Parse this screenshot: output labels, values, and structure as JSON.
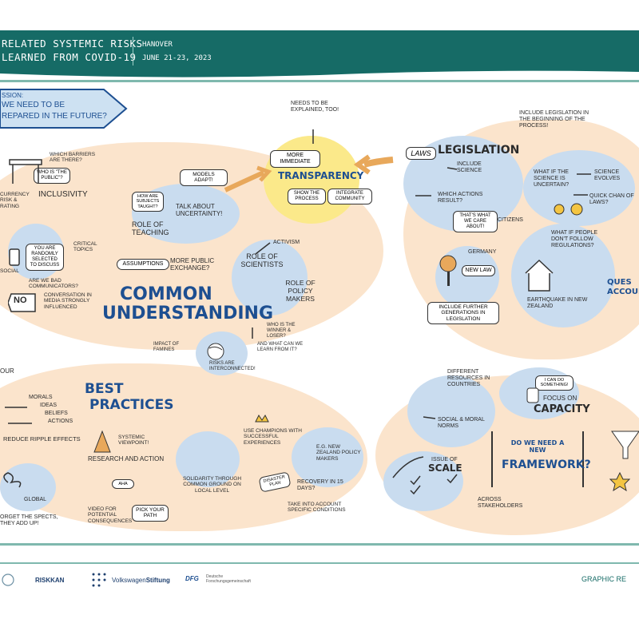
{
  "header": {
    "title_line1": "Related systemic risks",
    "title_line2": "learned from Covid-19",
    "location": "Hanover",
    "dates": "June 21-23, 2023"
  },
  "mission": {
    "lead": "ssion:",
    "line1": "we need to be",
    "line2": "repared in the future?"
  },
  "transparency": {
    "title": "Transparency",
    "note_top_1": "Needs to be",
    "note_top_2": "explained, too!",
    "more_immediate": "More immediate",
    "show_process": "Show the process",
    "integrate_community": "Integrate community"
  },
  "legislation": {
    "title": "Legislation",
    "laws": "Laws",
    "include_science": "Include science",
    "which_actions": "Which actions result?",
    "what_we_care": "That's what we care about!",
    "citizens": "Citizens",
    "include_beginning": "Include legislation in the beginning of the process!",
    "what_if_uncertain": "What if the science is uncertain?",
    "science_evolves": "Science evolves",
    "quick_changes": "Quick chan of laws?",
    "what_if_people": "What if people don't follow regulations?",
    "germany": "Germany",
    "new_law": "New law",
    "include_generations": "Include further generations in legislation",
    "earthquake": "Earthquake in New Zealand",
    "accountability": "Ques Accoun"
  },
  "common": {
    "title_line1": "Common",
    "title_line2": "Understanding",
    "which_barriers": "Which barriers are there?",
    "who_is_public": "Who is \"the public\"?",
    "inclusivity": "Inclusivity",
    "currency": "Currency risk & rating",
    "how_subjects": "How are subjects taught?",
    "models_adapt": "Models adapt!",
    "talk_uncertainty": "Talk about uncertainty!",
    "role_teaching": "Role of teaching",
    "randomly": "You are randomly selected to discuss",
    "critical_topics": "Critical topics",
    "social": "social",
    "bad_comm": "Are we bad communicators?",
    "no": "No",
    "conversation": "Conversation in media strongly influenced",
    "assumptions": "Assumptions",
    "public_exchange": "More public exchange?",
    "role_scientists": "Role of scientists",
    "activism": "Activism",
    "role_policy": "Role of policy makers",
    "winner_loser": "Who is the winner & loser?",
    "learn": "And what can we learn from it?",
    "famines": "Impact of famines",
    "risks_interconnected": "Risks are interconnected!"
  },
  "best": {
    "title_line1": "Best",
    "title_line2": "Practices",
    "our": "our",
    "morals": "Morals",
    "ideas": "Ideas",
    "beliefs": "Beliefs",
    "actions": "Actions",
    "reduce_ripple": "Reduce ripple effects",
    "systemic_viewpoint": "Systemic viewpoint!",
    "research_action": "Research and action",
    "use_champions": "Use champions with successful experiences",
    "eg_nz": "E.g. New Zealand policy makers",
    "solidarity": "Solidarity through common ground on local level",
    "global": "Global",
    "aha": "AHA",
    "video": "Video for potential consequences",
    "pick_path": "Pick your path",
    "disaster_plan": "Disaster plan",
    "recovery": "Recovery in 15 days?",
    "take_account": "Take into account specific conditions",
    "forget": "orget the spects, they add up!"
  },
  "capacity": {
    "different_resources": "Different resources in countries",
    "social_moral": "Social & moral norms",
    "can_do": "I can do something!",
    "focus_on": "Focus on",
    "capacity": "Capacity",
    "issue_of": "Issue of",
    "scale": "Scale",
    "framework_q1": "Do we need a new",
    "framework_q2": "Framework?",
    "across": "Across stakeholders"
  },
  "footer": {
    "logo1": "RISKKAN",
    "logo2_a": "Volkswagen",
    "logo2_b": "Stiftung",
    "logo3": "DFG",
    "logo3_sub": "Deutsche Forschungsgemeinschaft",
    "credit": "Graphic Re"
  },
  "colors": {
    "header": "#166b66",
    "peach": "#fbe4cc",
    "blue": "#c9dcef",
    "yellow": "#fbe98a",
    "ink_blue": "#1d4f91"
  }
}
